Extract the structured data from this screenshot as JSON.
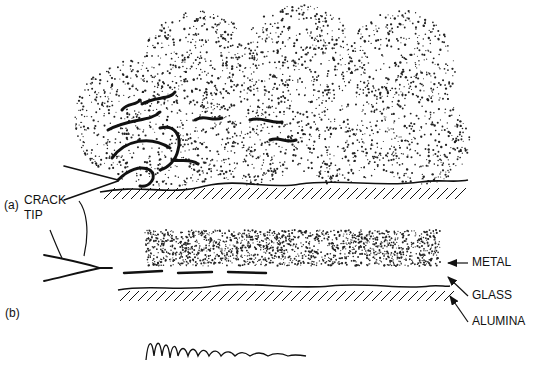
{
  "diagram": {
    "labels": [
      "(a)",
      "CRACK TIP",
      "(b)",
      "METAL",
      "GLASS",
      "ALUMINA"
    ]
  }
}
